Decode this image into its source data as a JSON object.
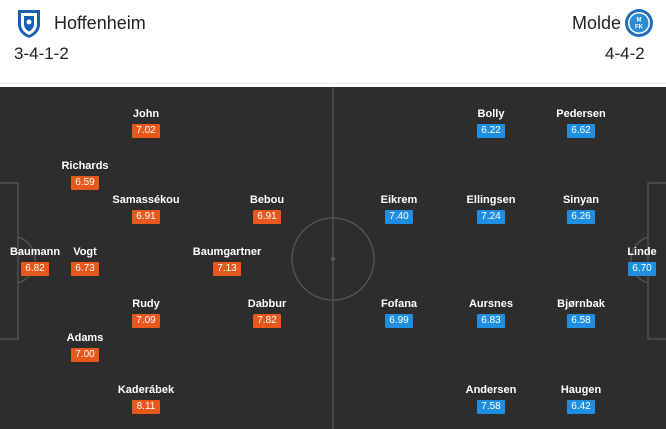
{
  "home": {
    "name": "Hoffenheim",
    "formation": "3-4-1-2",
    "color": "#e8581c",
    "logo": "hoffenheim-crest-icon",
    "players": [
      {
        "name": "John",
        "rating": "7.02"
      },
      {
        "name": "Richards",
        "rating": "6.59"
      },
      {
        "name": "Samassékou",
        "rating": "6.91"
      },
      {
        "name": "Bebou",
        "rating": "6.91"
      },
      {
        "name": "Baumann",
        "rating": "6.82"
      },
      {
        "name": "Vogt",
        "rating": "6.73"
      },
      {
        "name": "Baumgartner",
        "rating": "7.13"
      },
      {
        "name": "Rudy",
        "rating": "7.09"
      },
      {
        "name": "Dabbur",
        "rating": "7.82"
      },
      {
        "name": "Adams",
        "rating": "7.00"
      },
      {
        "name": "Kaderábek",
        "rating": "8.11"
      }
    ]
  },
  "away": {
    "name": "Molde",
    "formation": "4-4-2",
    "color": "#1f8ee0",
    "logo": "molde-crest-icon",
    "players": [
      {
        "name": "Bolly",
        "rating": "6.22"
      },
      {
        "name": "Pedersen",
        "rating": "6.62"
      },
      {
        "name": "Eikrem",
        "rating": "7.40"
      },
      {
        "name": "Ellingsen",
        "rating": "7.24"
      },
      {
        "name": "Sinyan",
        "rating": "6.26"
      },
      {
        "name": "Linde",
        "rating": "6.70"
      },
      {
        "name": "Fofana",
        "rating": "6.99"
      },
      {
        "name": "Aursnes",
        "rating": "6.83"
      },
      {
        "name": "Bjørnbak",
        "rating": "6.58"
      },
      {
        "name": "Andersen",
        "rating": "7.58"
      },
      {
        "name": "Haugen",
        "rating": "6.42"
      }
    ]
  },
  "pitch": {
    "color": "#2d2d2d",
    "line_color": "#555555"
  }
}
